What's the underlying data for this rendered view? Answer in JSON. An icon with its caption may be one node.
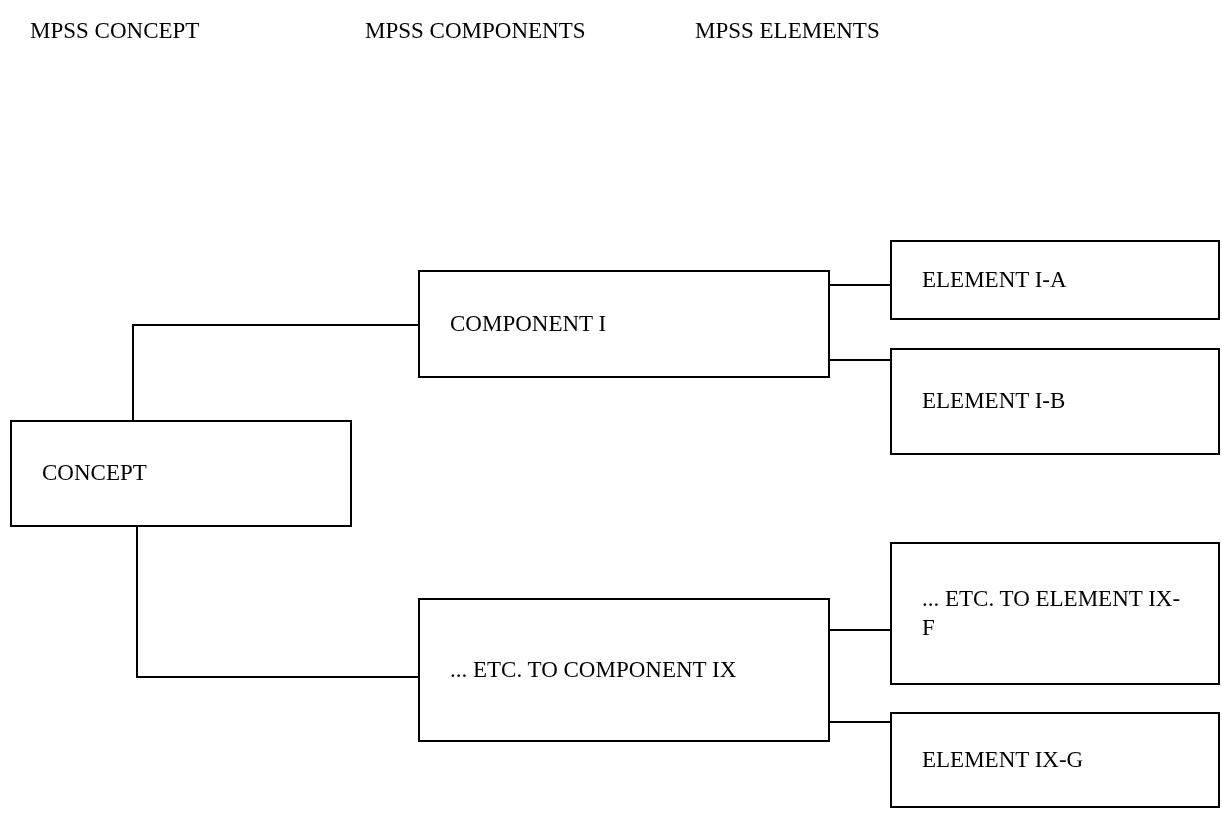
{
  "diagram": {
    "nodes": [
      {
        "text": [
          "CONCEPT"
        ]
      },
      {
        "text": [
          "COMPONENT I"
        ]
      },
      {
        "text": [
          "... ETC. TO COMPONENT IX"
        ]
      },
      {
        "text": [
          "ELEMENT I-A"
        ]
      },
      {
        "text": [
          "ELEMENT I-B"
        ]
      },
      {
        "text": [
          "... ETC. TO ELEMENT IX-F"
        ]
      },
      {
        "text": [
          "ELEMENT IX-G"
        ]
      }
    ],
    "edges": [
      {
        "from": 0,
        "to": 1,
        "arrow": "none"
      },
      {
        "from": 0,
        "to": 2,
        "arrow": "none"
      },
      {
        "from": 1,
        "to": 3,
        "arrow": "none"
      },
      {
        "from": 1,
        "to": 4,
        "arrow": "none"
      },
      {
        "from": 2,
        "to": 5,
        "arrow": "none"
      },
      {
        "from": 2,
        "to": 6,
        "arrow": "none"
      }
    ],
    "labels": [
      "MPSS CONCEPT",
      "MPSS COMPONENTS",
      "MPSS ELEMENTS"
    ]
  }
}
